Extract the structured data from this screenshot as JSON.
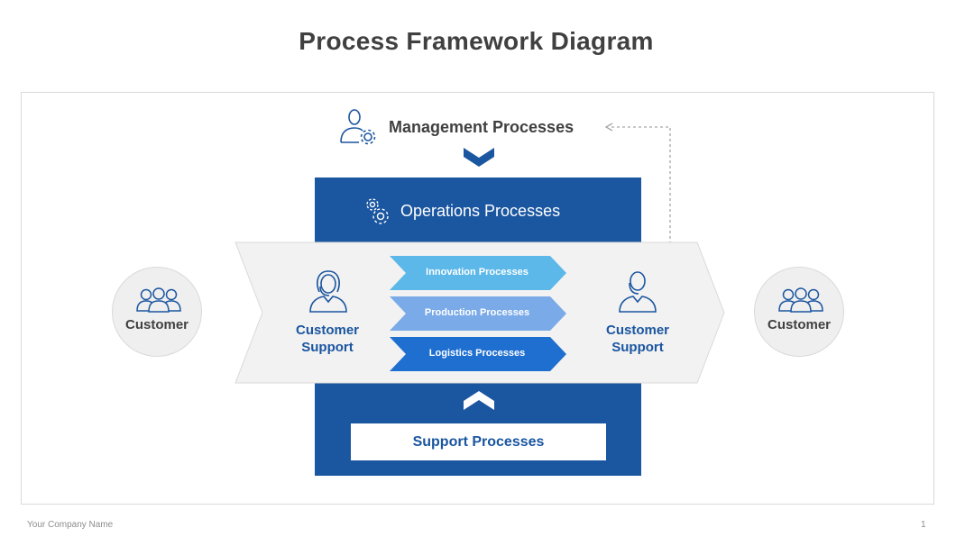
{
  "title": "Process Framework Diagram",
  "management": {
    "label": "Management Processes",
    "icon": "user-gear-icon"
  },
  "operations": {
    "label": "Operations Processes",
    "icon": "gears-icon"
  },
  "support": {
    "label": "Support  Processes"
  },
  "customers": {
    "left": {
      "label": "Customer",
      "icon": "users-group-icon"
    },
    "right": {
      "label": "Customer",
      "icon": "users-group-icon"
    }
  },
  "customer_support": {
    "left": {
      "line1": "Customer",
      "line2": "Support",
      "icon": "female-headset-icon"
    },
    "right": {
      "line1": "Customer",
      "line2": "Support",
      "icon": "male-headset-icon"
    }
  },
  "process_arrows": [
    {
      "label": "Innovation Processes",
      "color": "#5bb8e8"
    },
    {
      "label": "Production Processes",
      "color": "#7aaae8"
    },
    {
      "label": "Logistics Processes",
      "color": "#1f6fd1"
    }
  ],
  "colors": {
    "primary": "#1b56a0",
    "text": "#404040",
    "band": "#f2f2f2"
  },
  "footer": {
    "company": "Your Company  Name",
    "page": "1"
  }
}
